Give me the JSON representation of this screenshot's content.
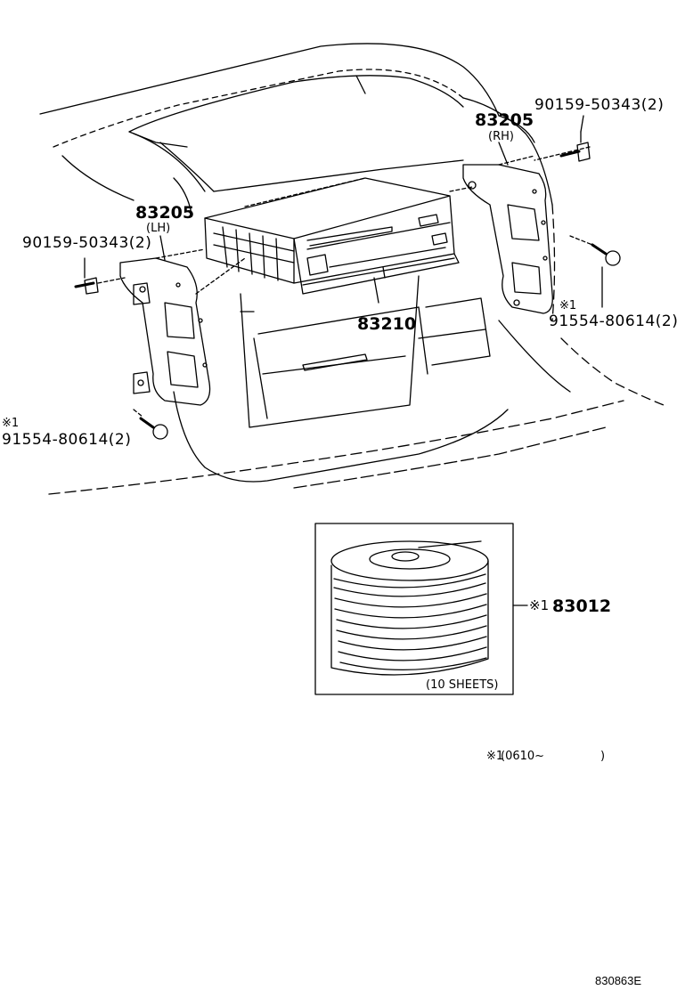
{
  "labels": {
    "rh_bracket_part": "83205",
    "rh_bracket_side": "(RH)",
    "rh_bolt_part": "90159-50343(2)",
    "rh_screw_mark": "※1",
    "rh_screw_part": "91554-80614(2)",
    "lh_bracket_part": "83205",
    "lh_bracket_side": "(LH)",
    "lh_bolt_part": "90159-50343(2)",
    "lh_screw_mark": "※1",
    "lh_screw_part": "91554-80614(2)",
    "changer_part": "83210",
    "magazine_mark": "※1",
    "magazine_part": "83012",
    "magazine_note": "(10 SHEETS)",
    "note_mark": "※1",
    "note_date": "(0610~",
    "note_close": ")",
    "figure_code": "830863E"
  }
}
